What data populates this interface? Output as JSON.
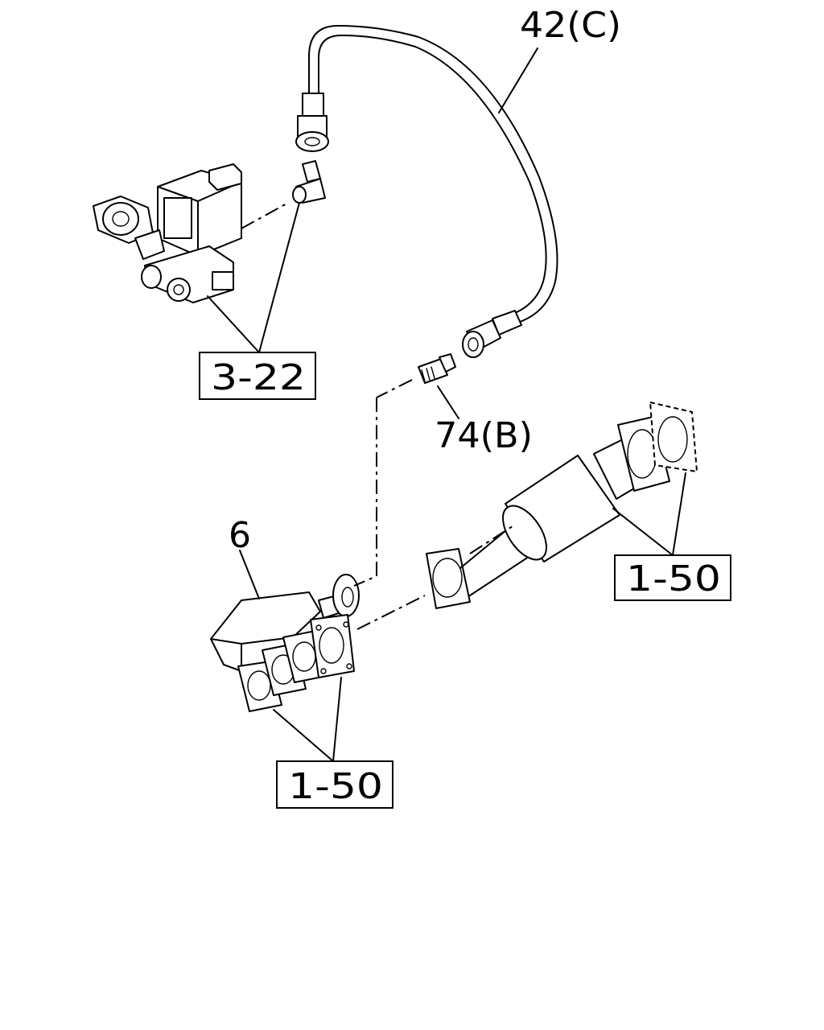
{
  "labels": {
    "hose": "42(C)",
    "connector": "74(B)",
    "bracket": "6",
    "ref_valve": "3-22",
    "ref_pipe": "1-50",
    "ref_flange": "1-50"
  }
}
